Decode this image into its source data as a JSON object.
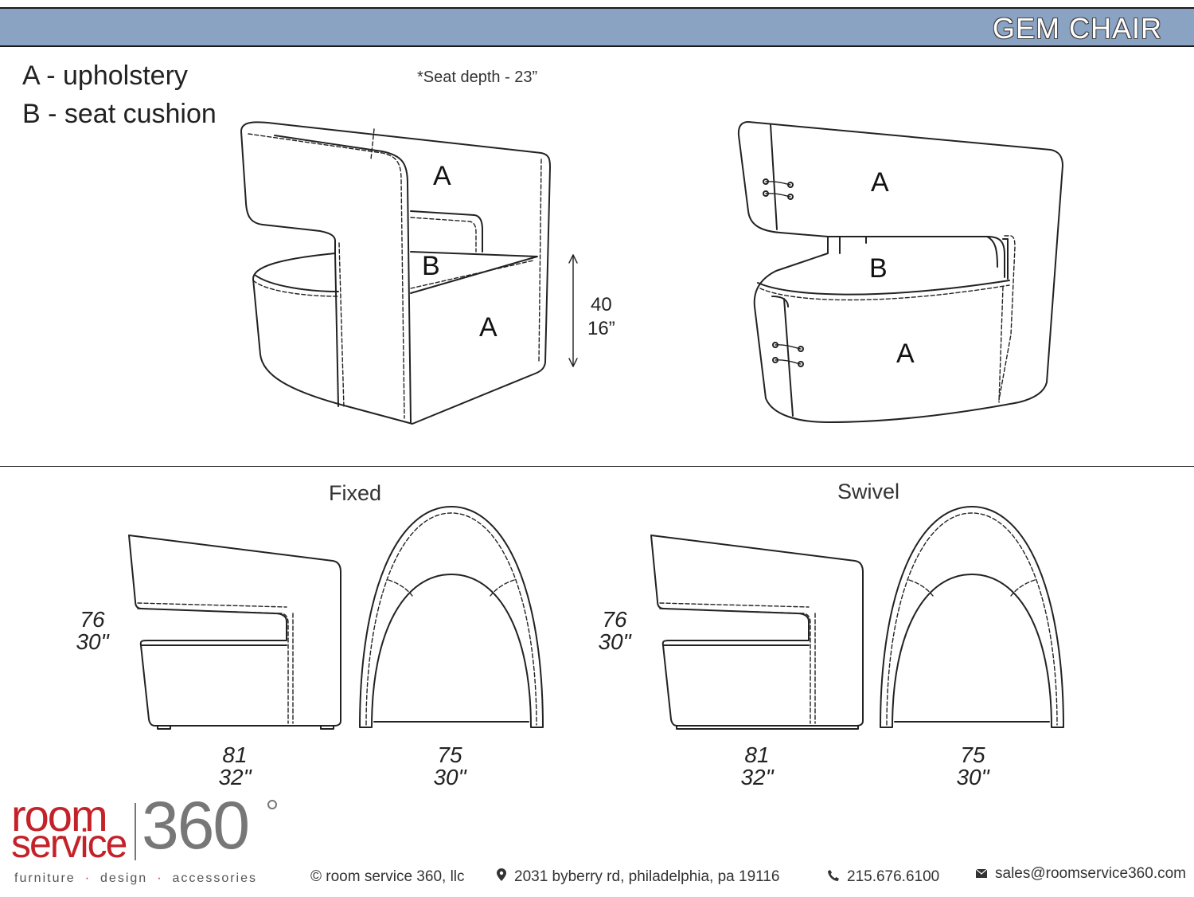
{
  "header": {
    "title": "GEM CHAIR"
  },
  "legend": {
    "line_a": "A - upholstery",
    "line_b": "B - seat cushion"
  },
  "note": "*Seat depth - 23”",
  "seat_height": {
    "cm": "40",
    "in": "16”"
  },
  "labels": {
    "a": "A",
    "b": "B"
  },
  "views": {
    "fixed": {
      "title": "Fixed",
      "height_cm": "76",
      "height_in": "30\"",
      "depth_cm": "81",
      "depth_in": "32\"",
      "width_cm": "75",
      "width_in": "30\""
    },
    "swivel": {
      "title": "Swivel",
      "height_cm": "76",
      "height_in": "30\"",
      "depth_cm": "81",
      "depth_in": "32\"",
      "width_cm": "75",
      "width_in": "30\""
    }
  },
  "brand": {
    "room": "room",
    "service": "service",
    "number": "360",
    "tagline_1": "furniture",
    "tagline_2": "design",
    "tagline_3": "accessories",
    "separator": "·"
  },
  "footer": {
    "copyright": "© room service 360, llc",
    "address": "2031 byberry rd, philadelphia, pa 19116",
    "phone": "215.676.6100",
    "email": "sales@roomservice360.com"
  },
  "icons": {
    "address": "map-marker-icon",
    "phone": "phone-icon",
    "email": "envelope-icon"
  },
  "colors": {
    "header_bg": "#8aa3c2",
    "brand_red": "#c42229",
    "brand_gray": "#777777"
  }
}
